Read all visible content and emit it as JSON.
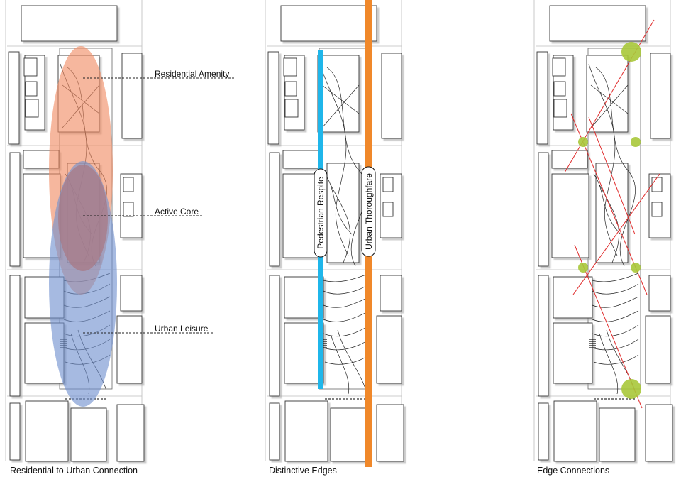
{
  "panels": [
    {
      "caption": "Residential to Urban Connection",
      "zones": [
        {
          "label": "Residential Amenity",
          "color": "#f08a63"
        },
        {
          "label": "Active Core",
          "color": "#a87a86"
        },
        {
          "label": "Urban Leisure",
          "color": "#6f8fce"
        }
      ]
    },
    {
      "caption": "Distinctive Edges",
      "edges": [
        {
          "label": "Pedestrian Respite",
          "color": "#1fb6ea"
        },
        {
          "label": "Urban Thoroughfare",
          "color": "#f0882a"
        }
      ]
    },
    {
      "caption": "Edge Connections",
      "node_color": "#a8c83a",
      "line_color": "#e02b2b"
    }
  ]
}
